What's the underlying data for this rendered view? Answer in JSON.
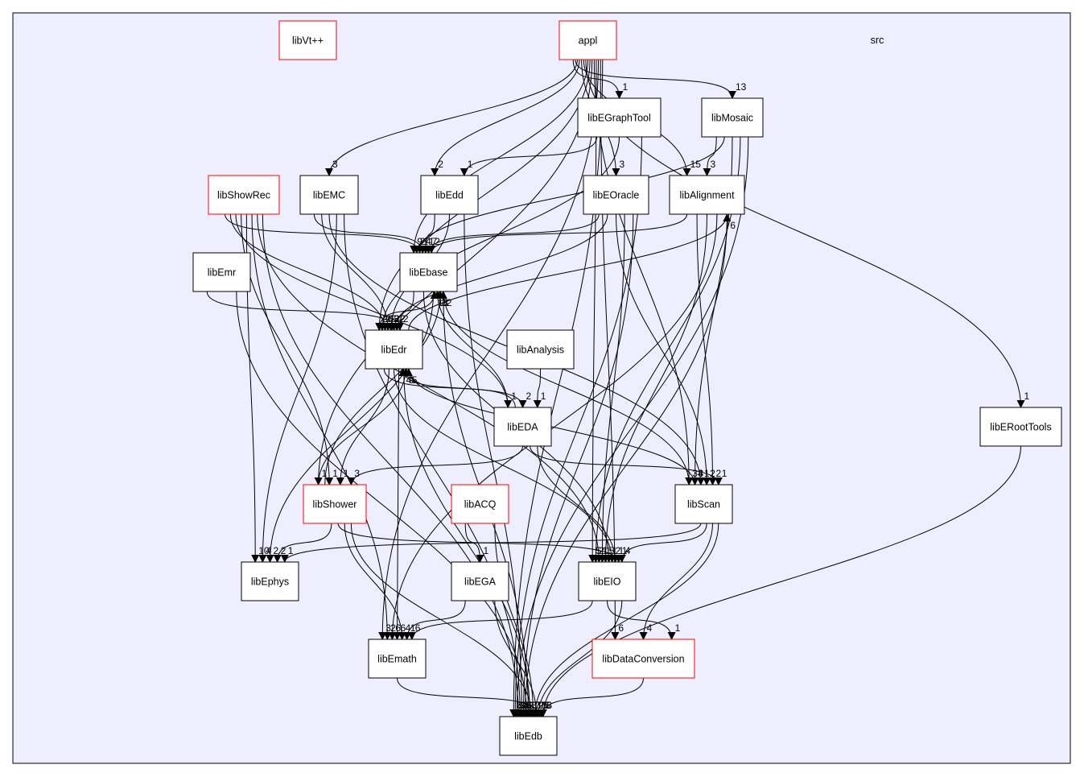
{
  "cluster": {
    "label": "src"
  },
  "colors": {
    "cluster_fill": "#eeeeff",
    "cluster_stroke": "#000000",
    "node_fill": "#ffffff",
    "node_stroke_default": "#000000",
    "node_stroke_highlight": "#ff0000"
  },
  "nodes": [
    {
      "id": "libVt++",
      "label": "libVt++",
      "highlight": true
    },
    {
      "id": "appl",
      "label": "appl",
      "highlight": true
    },
    {
      "id": "libEGraphTool",
      "label": "libEGraphTool",
      "highlight": false
    },
    {
      "id": "libMosaic",
      "label": "libMosaic",
      "highlight": false
    },
    {
      "id": "libShowRec",
      "label": "libShowRec",
      "highlight": true
    },
    {
      "id": "libEMC",
      "label": "libEMC",
      "highlight": false
    },
    {
      "id": "libEdd",
      "label": "libEdd",
      "highlight": false
    },
    {
      "id": "libEOracle",
      "label": "libEOracle",
      "highlight": false
    },
    {
      "id": "libAlignment",
      "label": "libAlignment",
      "highlight": false
    },
    {
      "id": "libEmr",
      "label": "libEmr",
      "highlight": false
    },
    {
      "id": "libEbase",
      "label": "libEbase",
      "highlight": false
    },
    {
      "id": "libEdr",
      "label": "libEdr",
      "highlight": false
    },
    {
      "id": "libAnalysis",
      "label": "libAnalysis",
      "highlight": false
    },
    {
      "id": "libEDA",
      "label": "libEDA",
      "highlight": false
    },
    {
      "id": "libERootTools",
      "label": "libERootTools",
      "highlight": false
    },
    {
      "id": "libShower",
      "label": "libShower",
      "highlight": true
    },
    {
      "id": "libACQ",
      "label": "libACQ",
      "highlight": true
    },
    {
      "id": "libScan",
      "label": "libScan",
      "highlight": false
    },
    {
      "id": "libEphys",
      "label": "libEphys",
      "highlight": false
    },
    {
      "id": "libEGA",
      "label": "libEGA",
      "highlight": false
    },
    {
      "id": "libEIO",
      "label": "libEIO",
      "highlight": false
    },
    {
      "id": "libEmath",
      "label": "libEmath",
      "highlight": false
    },
    {
      "id": "libDataConversion",
      "label": "libDataConversion",
      "highlight": true
    },
    {
      "id": "libEdb",
      "label": "libEdb",
      "highlight": false
    }
  ],
  "edges": [
    {
      "from": "appl",
      "to": "libEGraphTool",
      "label": "1"
    },
    {
      "from": "appl",
      "to": "libMosaic",
      "label": "13"
    },
    {
      "from": "appl",
      "to": "libEMC",
      "label": "3"
    },
    {
      "from": "appl",
      "to": "libEdd",
      "label": "2"
    },
    {
      "from": "appl",
      "to": "libEOracle",
      "label": "3"
    },
    {
      "from": "appl",
      "to": "libAlignment",
      "label": "15"
    },
    {
      "from": "appl",
      "to": "libERootTools",
      "label": "1"
    },
    {
      "from": "appl",
      "to": "libEbase",
      "label": "9"
    },
    {
      "from": "appl",
      "to": "libEdr",
      "label": "20"
    },
    {
      "from": "appl",
      "to": "libShower",
      "label": "1"
    },
    {
      "from": "appl",
      "to": "libScan",
      "label": "34"
    },
    {
      "from": "appl",
      "to": "libEIO",
      "label": "5"
    },
    {
      "from": "appl",
      "to": "libEmath",
      "label": "3"
    },
    {
      "from": "appl",
      "to": "libDataConversion",
      "label": "6"
    },
    {
      "from": "appl",
      "to": "libEdb",
      "label": "8"
    },
    {
      "from": "libEGraphTool",
      "to": "libEdd",
      "label": "1"
    },
    {
      "from": "libEGraphTool",
      "to": "libEdr",
      "label": "2"
    },
    {
      "from": "libEGraphTool",
      "to": "libEdb",
      "label": "5"
    },
    {
      "from": "libMosaic",
      "to": "libAlignment",
      "label": "3"
    },
    {
      "from": "libMosaic",
      "to": "libEbase",
      "label": "2"
    },
    {
      "from": "libMosaic",
      "to": "libScan",
      "label": "3"
    },
    {
      "from": "libMosaic",
      "to": "libEIO",
      "label": "2"
    },
    {
      "from": "libMosaic",
      "to": "libEdb",
      "label": "3"
    },
    {
      "from": "libShowRec",
      "to": "libEbase",
      "label": "1"
    },
    {
      "from": "libShowRec",
      "to": "libEdr",
      "label": "43"
    },
    {
      "from": "libShowRec",
      "to": "libEDA",
      "label": "1"
    },
    {
      "from": "libShowRec",
      "to": "libShower",
      "label": "1"
    },
    {
      "from": "libShowRec",
      "to": "libEphys",
      "label": "10"
    },
    {
      "from": "libShowRec",
      "to": "libEmath",
      "label": "2"
    },
    {
      "from": "libShowRec",
      "to": "libEIO",
      "label": "1"
    },
    {
      "from": "libShowRec",
      "to": "libEdb",
      "label": "2"
    },
    {
      "from": "libEMC",
      "to": "libEbase",
      "label": "4"
    },
    {
      "from": "libEMC",
      "to": "libEdr",
      "label": "6"
    },
    {
      "from": "libEMC",
      "to": "libScan",
      "label": "1"
    },
    {
      "from": "libEMC",
      "to": "libEphys",
      "label": "4"
    },
    {
      "from": "libEMC",
      "to": "libEdb",
      "label": "4"
    },
    {
      "from": "libEdd",
      "to": "libEbase",
      "label": "1"
    },
    {
      "from": "libEdd",
      "to": "libEdr",
      "label": "2"
    },
    {
      "from": "libEdd",
      "to": "libEdb",
      "label": "5"
    },
    {
      "from": "libEOracle",
      "to": "libEbase",
      "label": "7"
    },
    {
      "from": "libEOracle",
      "to": "libEdr",
      "label": "4"
    },
    {
      "from": "libEOracle",
      "to": "libScan",
      "label": "2"
    },
    {
      "from": "libEOracle",
      "to": "libEIO",
      "label": "1"
    },
    {
      "from": "libEOracle",
      "to": "libEdb",
      "label": "6"
    },
    {
      "from": "libAlignment",
      "to": "libEbase",
      "label": "2"
    },
    {
      "from": "libAlignment",
      "to": "libScan",
      "label": "2"
    },
    {
      "from": "libAlignment",
      "to": "libEIO",
      "label": "5"
    },
    {
      "from": "libAlignment",
      "to": "libEmath",
      "label": "6"
    },
    {
      "from": "libAlignment",
      "to": "libEdb",
      "label": "2"
    },
    {
      "from": "libEmr",
      "to": "libEdr",
      "label": "2"
    },
    {
      "from": "libEmr",
      "to": "libEdb",
      "label": "1"
    },
    {
      "from": "libEbase",
      "to": "libEdr",
      "label": "2"
    },
    {
      "from": "libEbase",
      "to": "libEIO",
      "label": "1"
    },
    {
      "from": "libEbase",
      "to": "libEphys",
      "label": "2"
    },
    {
      "from": "libEbase",
      "to": "libEdb",
      "label": "3"
    },
    {
      "from": "libEdr",
      "to": "libEbase",
      "label": "13"
    },
    {
      "from": "libEdr",
      "to": "libEDA",
      "label": "2"
    },
    {
      "from": "libEdr",
      "to": "libShower",
      "label": "1"
    },
    {
      "from": "libEdr",
      "to": "libEIO",
      "label": "2"
    },
    {
      "from": "libEdr",
      "to": "libEmath",
      "label": "6"
    },
    {
      "from": "libEdr",
      "to": "libEdb",
      "label": "12"
    },
    {
      "from": "libEdr",
      "to": "libAlignment",
      "label": "6"
    },
    {
      "from": "libAnalysis",
      "to": "libEDA",
      "label": "1"
    },
    {
      "from": "libEDA",
      "to": "libEbase",
      "label": "2"
    },
    {
      "from": "libEDA",
      "to": "libEdr",
      "label": "4"
    },
    {
      "from": "libEDA",
      "to": "libShower",
      "label": "3"
    },
    {
      "from": "libEDA",
      "to": "libScan",
      "label": "1"
    },
    {
      "from": "libEDA",
      "to": "libEIO",
      "label": "1"
    },
    {
      "from": "libShower",
      "to": "libEdr",
      "label": "9"
    },
    {
      "from": "libShower",
      "to": "libEbase",
      "label": "1"
    },
    {
      "from": "libShower",
      "to": "libEphys",
      "label": "2"
    },
    {
      "from": "libShower",
      "to": "libEIO",
      "label": "1"
    },
    {
      "from": "libShower",
      "to": "libEmath",
      "label": "4"
    },
    {
      "from": "libShower",
      "to": "libEdb",
      "label": "7"
    },
    {
      "from": "libACQ",
      "to": "libEGA",
      "label": "1"
    },
    {
      "from": "libACQ",
      "to": "libEdb",
      "label": "1"
    },
    {
      "from": "libScan",
      "to": "libEbase",
      "label": "2"
    },
    {
      "from": "libScan",
      "to": "libEdr",
      "label": "5"
    },
    {
      "from": "libScan",
      "to": "libEphys",
      "label": "1"
    },
    {
      "from": "libScan",
      "to": "libEIO",
      "label": "4"
    },
    {
      "from": "libScan",
      "to": "libDataConversion",
      "label": "4"
    },
    {
      "from": "libScan",
      "to": "libEdb",
      "label": "9"
    },
    {
      "from": "libEGA",
      "to": "libEmath",
      "label": "1"
    },
    {
      "from": "libEGA",
      "to": "libEdb",
      "label": "7"
    },
    {
      "from": "libEIO",
      "to": "libEmath",
      "label": "6"
    },
    {
      "from": "libEIO",
      "to": "libDataConversion",
      "label": "1"
    },
    {
      "from": "libEIO",
      "to": "libEdb",
      "label": "13"
    },
    {
      "from": "libEmath",
      "to": "libEdb",
      "label": "5"
    },
    {
      "from": "libDataConversion",
      "to": "libEdb",
      "label": "6"
    },
    {
      "from": "libERootTools",
      "to": "libEdb",
      "label": "5"
    }
  ]
}
